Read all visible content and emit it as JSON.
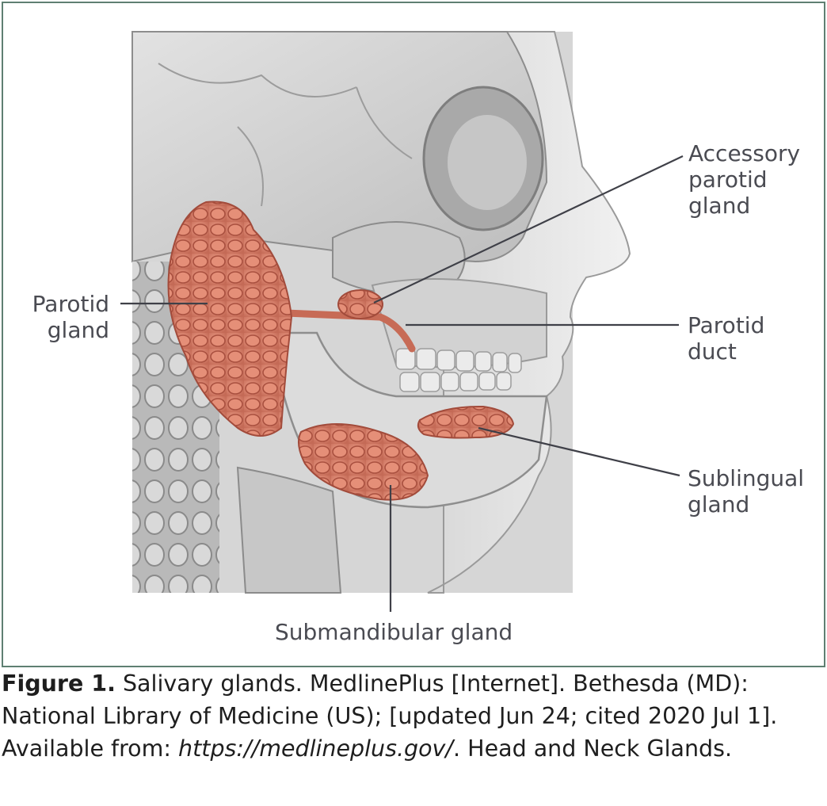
{
  "labels": {
    "accessory": [
      "Accessory",
      "parotid",
      "gland"
    ],
    "parotid_gland": [
      "Parotid",
      "gland"
    ],
    "parotid_duct": [
      "Parotid",
      "duct"
    ],
    "sublingual": [
      "Sublingual",
      "gland"
    ],
    "submandibular": "Submandibular gland"
  },
  "caption": {
    "figure": "Figure 1.",
    "line1_rest": " Salivary glands. MedlinePlus [Internet]. Bethesda (MD):",
    "line2": "National Library of Medicine (US); [updated Jun 24; cited 2020 Jul 1].",
    "line3_prefix": "Available from: ",
    "url": "https://medlineplus.gov/",
    "line3_suffix": ". Head and Neck Glands."
  },
  "colors": {
    "gland": "#d9836f",
    "gland_dark": "#a8503f",
    "bone": "#cfcfcf",
    "leader": "#3f4048",
    "frame": "#5f7f72"
  }
}
